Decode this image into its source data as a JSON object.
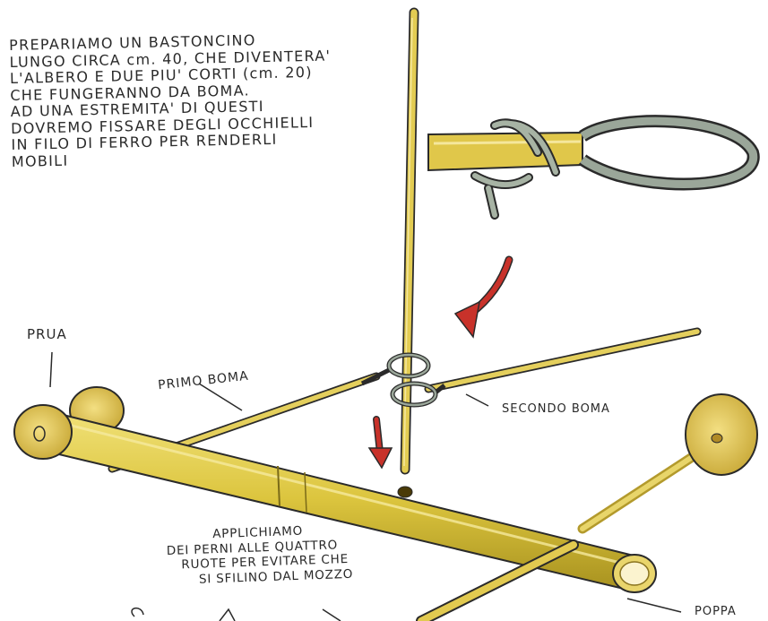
{
  "intro_text": [
    "PREPARIAMO UN BASTONCINO",
    "LUNGO CIRCA cm. 40, CHE DIVENTERA'",
    "L'ALBERO E DUE PIU' CORTI (cm. 20)",
    "CHE FUNGERANNO DA BOMA.",
    "AD UNA ESTREMITA' DI QUESTI",
    "DOVREMO FISSARE DEGLI OCCHIELLI",
    "IN FILO DI FERRO PER RENDERLI",
    "MOBILI"
  ],
  "labels": {
    "prua": "PRUA",
    "primo_boma": "PRIMO BOMA",
    "secondo_boma": "SECONDO BOMA",
    "poppa": "POPPA"
  },
  "note_text": [
    "APPLICHIAMO",
    "DEI PERNI ALLE QUATTRO",
    "RUOTE PER EVITARE CHE",
    "SI SFILINO DAL MOZZO"
  ],
  "colors": {
    "bamboo": "#dcc53e",
    "bamboo_dark": "#b7a12a",
    "wheel": "#e6c957",
    "wire": "#8a9686",
    "arrow": "#c8322a"
  }
}
